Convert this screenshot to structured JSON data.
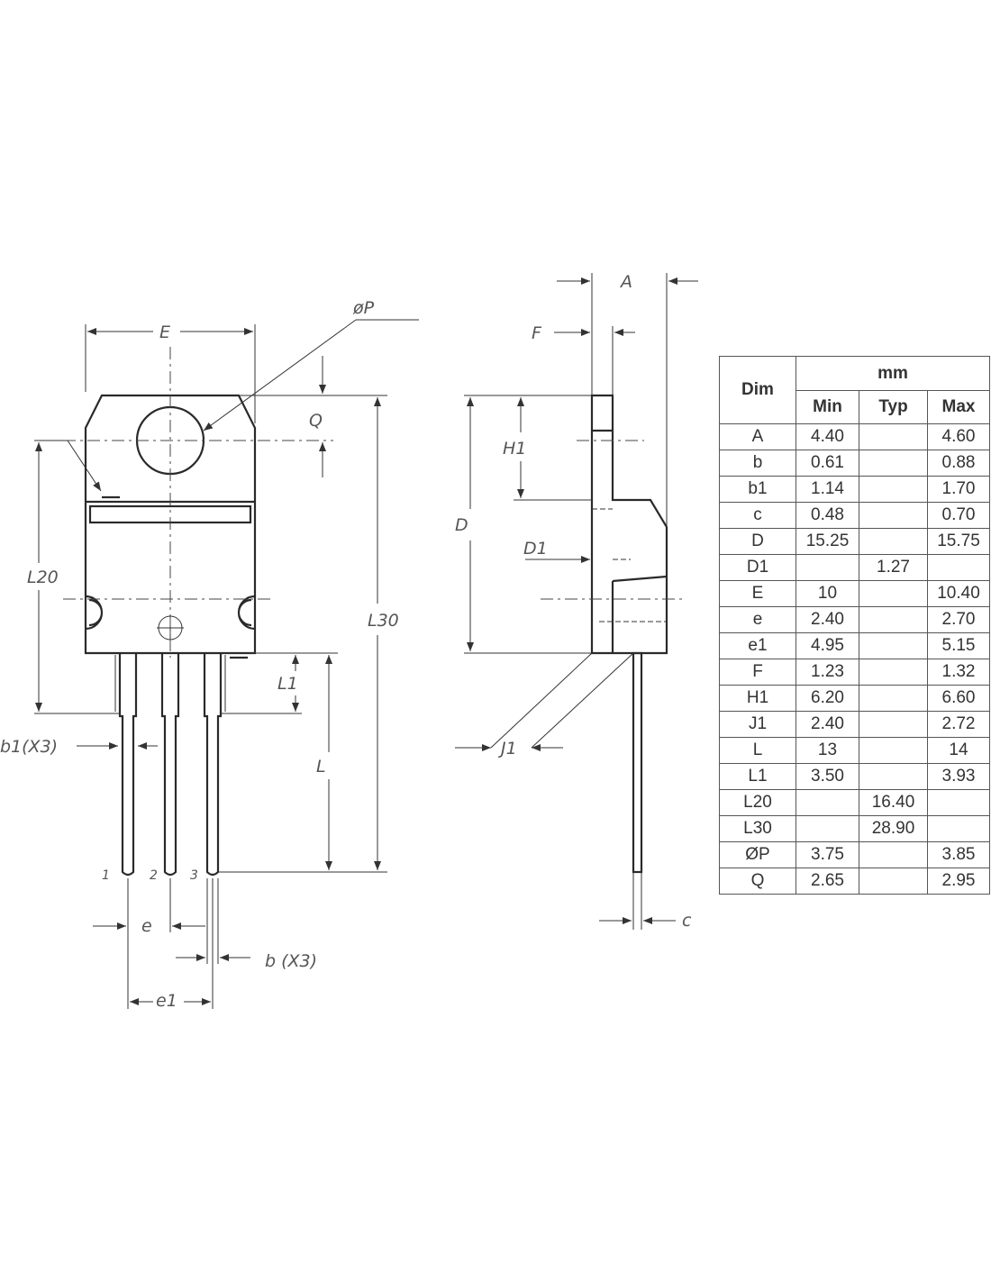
{
  "drawing": {
    "front_view": {
      "labels": {
        "E": "E",
        "phiP": "øP",
        "Q": "Q",
        "L20": "L20",
        "L30": "L30",
        "L1": "L1",
        "L": "L",
        "b1": "b1(X3)",
        "e": "e",
        "b": "b  (X3)",
        "e1": "e1"
      },
      "pins": [
        "1",
        "2",
        "3"
      ]
    },
    "side_view": {
      "labels": {
        "A": "A",
        "F": "F",
        "H1": "H1",
        "D": "D",
        "D1": "D1",
        "J1": "J1",
        "c": "c"
      }
    }
  },
  "table": {
    "header": {
      "dim": "Dim",
      "unit": "mm",
      "min": "Min",
      "typ": "Typ",
      "max": "Max"
    },
    "rows": [
      {
        "dim": "A",
        "min": "4.40",
        "typ": "",
        "max": "4.60"
      },
      {
        "dim": "b",
        "min": "0.61",
        "typ": "",
        "max": "0.88"
      },
      {
        "dim": "b1",
        "min": "1.14",
        "typ": "",
        "max": "1.70"
      },
      {
        "dim": "c",
        "min": "0.48",
        "typ": "",
        "max": "0.70"
      },
      {
        "dim": "D",
        "min": "15.25",
        "typ": "",
        "max": "15.75"
      },
      {
        "dim": "D1",
        "min": "",
        "typ": "1.27",
        "max": ""
      },
      {
        "dim": "E",
        "min": "10",
        "typ": "",
        "max": "10.40"
      },
      {
        "dim": "e",
        "min": "2.40",
        "typ": "",
        "max": "2.70"
      },
      {
        "dim": "e1",
        "min": "4.95",
        "typ": "",
        "max": "5.15"
      },
      {
        "dim": "F",
        "min": "1.23",
        "typ": "",
        "max": "1.32"
      },
      {
        "dim": "H1",
        "min": "6.20",
        "typ": "",
        "max": "6.60"
      },
      {
        "dim": "J1",
        "min": "2.40",
        "typ": "",
        "max": "2.72"
      },
      {
        "dim": "L",
        "min": "13",
        "typ": "",
        "max": "14"
      },
      {
        "dim": "L1",
        "min": "3.50",
        "typ": "",
        "max": "3.93"
      },
      {
        "dim": "L20",
        "min": "",
        "typ": "16.40",
        "max": ""
      },
      {
        "dim": "L30",
        "min": "",
        "typ": "28.90",
        "max": ""
      },
      {
        "dim": "ØP",
        "min": "3.75",
        "typ": "",
        "max": "3.85"
      },
      {
        "dim": "Q",
        "min": "2.65",
        "typ": "",
        "max": "2.95"
      }
    ]
  }
}
